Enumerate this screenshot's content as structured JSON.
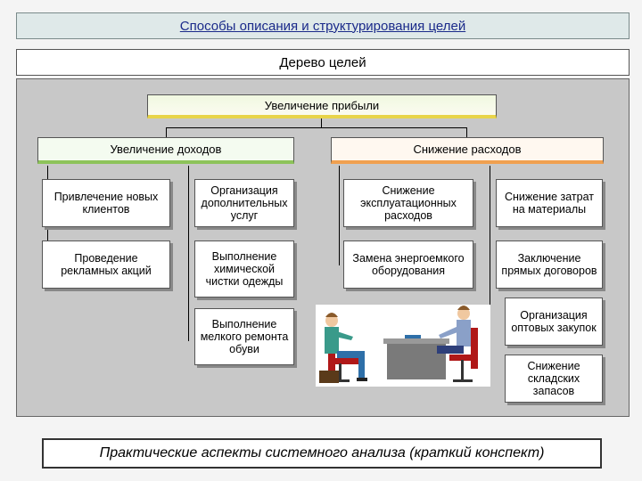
{
  "header": {
    "title": "Способы описания и структурирования целей"
  },
  "subheader": {
    "title": "Дерево целей"
  },
  "tree": {
    "root": "Увеличение прибыли",
    "left_branch": {
      "label": "Увеличение доходов",
      "col1": [
        "Привлечение новых клиентов",
        "Проведение рекламных акций"
      ],
      "col2": [
        "Организация дополнительных услуг",
        "Выполнение химической чистки одежды",
        "Выполнение мелкого ремонта обуви"
      ]
    },
    "right_branch": {
      "label": "Снижение расходов",
      "col1": [
        "Снижение эксплуатационных расходов",
        "Замена энергоемкого оборудования"
      ],
      "col2": [
        "Снижение затрат на материалы",
        "Заключение прямых договоров",
        "Организация оптовых закупок",
        "Снижение складских запасов"
      ]
    }
  },
  "footer": {
    "text": "Практические аспекты системного анализа (краткий конспект)"
  },
  "colors": {
    "root_accent": "#e8d44a",
    "left_accent": "#8dc35a",
    "right_accent": "#f0a050",
    "chair": "#b01818",
    "desk": "#7a7a7a"
  }
}
